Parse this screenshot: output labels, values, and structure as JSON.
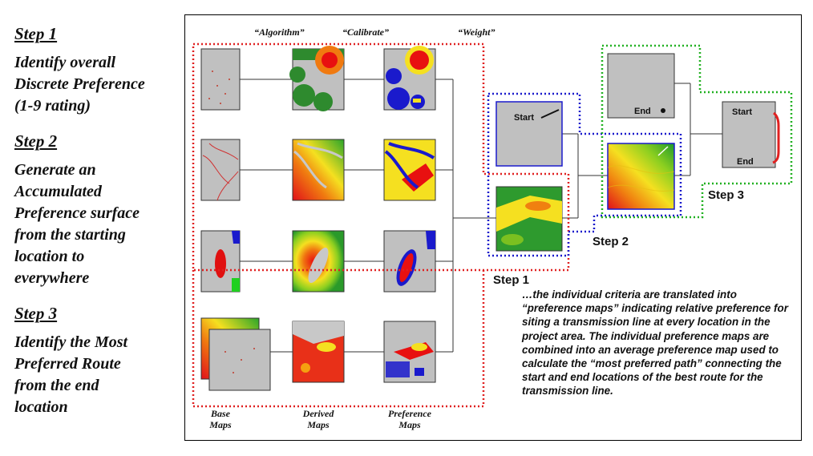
{
  "steps": [
    {
      "heading": "Step 1",
      "body": "Identify overall\nDiscrete Preference\n(1-9 rating)"
    },
    {
      "heading": "Step 2",
      "body": "Generate an\nAccumulated\nPreference surface\nfrom the starting\nlocation to\neverywhere"
    },
    {
      "heading": "Step 3",
      "body": "Identify the Most\nPreferred Route\nfrom the end\nlocation"
    }
  ],
  "diagram": {
    "column_headers": {
      "algorithm": "“Algorithm”",
      "calibrate": "“Calibrate”",
      "weight": "“Weight”"
    },
    "map_labels": {
      "base": "Base\nMaps",
      "derived": "Derived\nMaps",
      "preference": "Preference\nMaps"
    },
    "step_labels": {
      "step1": "Step 1",
      "step2": "Step 2",
      "step3": "Step 3"
    },
    "map_text": {
      "start": "Start",
      "end": "End"
    },
    "description": "…the individual criteria are translated into “preference maps” indicating relative preference for siting a transmission line at every location in the project area.  The individual preference maps are combined into an average preference map used to calculate the “most preferred path” connecting the start and end locations of the best route for the transmission line."
  },
  "colors": {
    "step1_box": "#e02020",
    "step2_box": "#2030d0",
    "step3_box": "#20b020",
    "path": "#e02020"
  }
}
